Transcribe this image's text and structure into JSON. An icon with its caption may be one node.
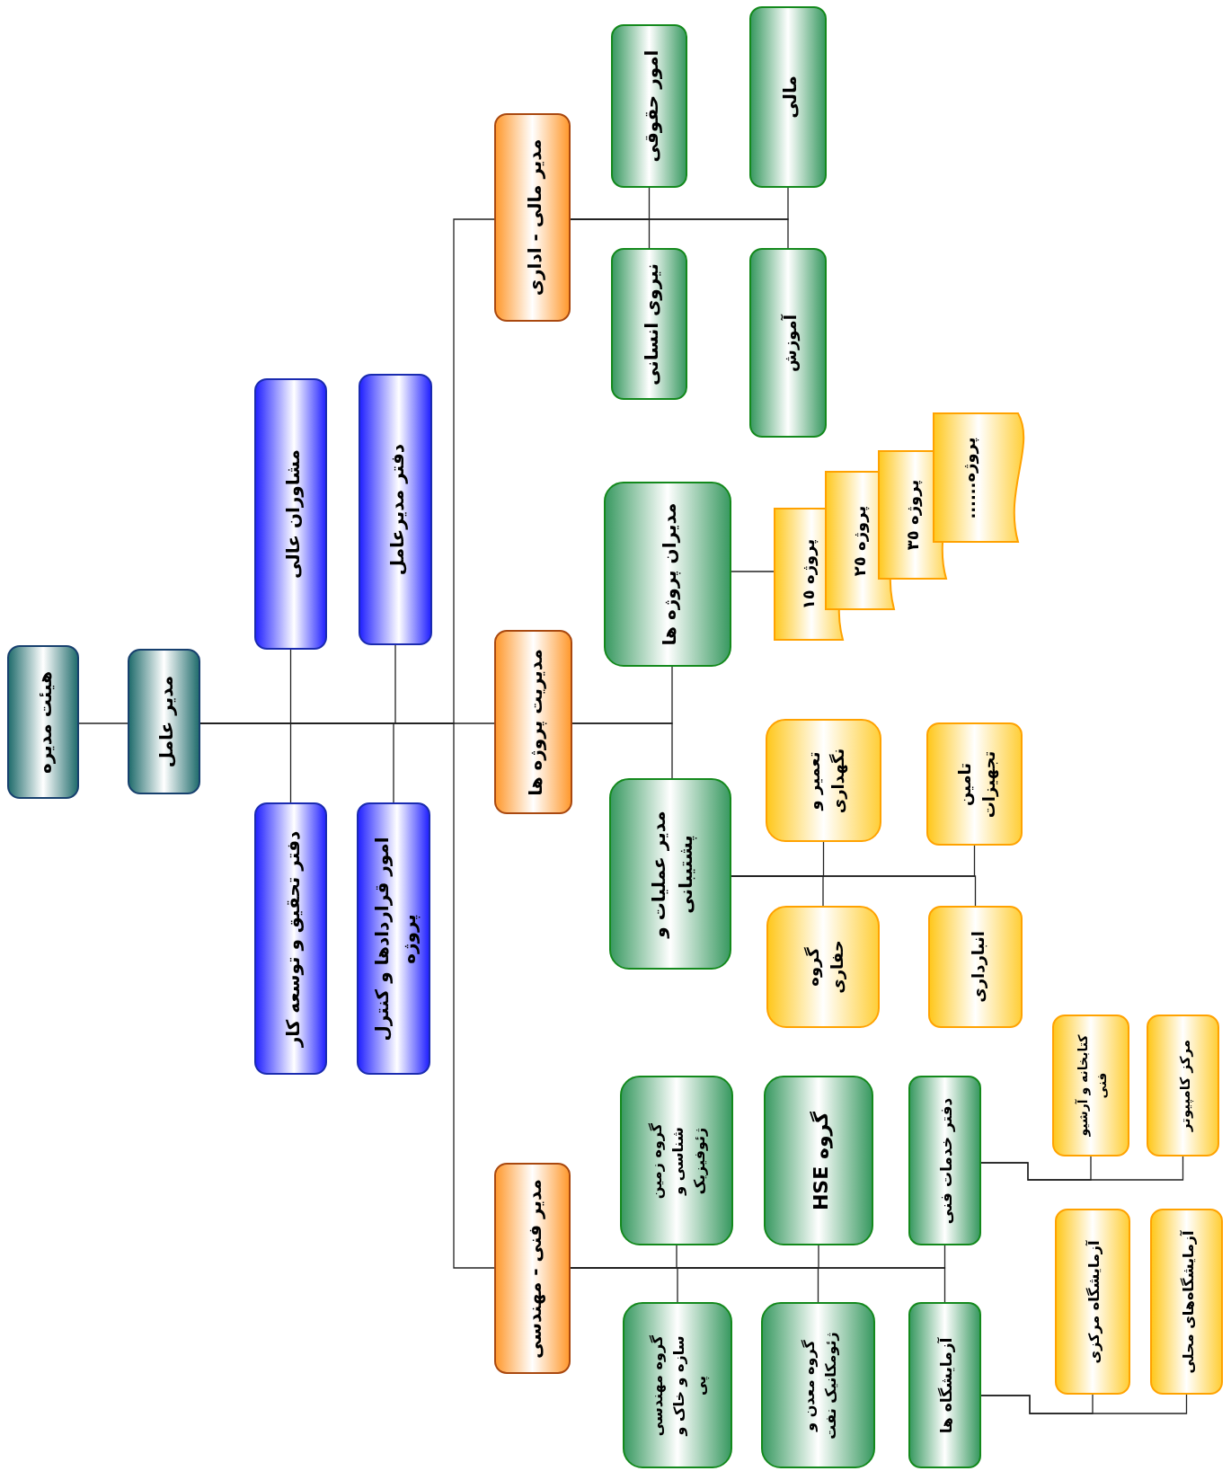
{
  "diagram": {
    "nodes": [
      {
        "text": [
          "هیئت مدیره"
        ]
      },
      {
        "text": [
          "مدیر عامل"
        ]
      },
      {
        "text": [
          "مشاوران عالی"
        ]
      },
      {
        "text": [
          "دفتر تحقیق و توسعه کار"
        ]
      },
      {
        "text": [
          "دفتر مدیرعامل"
        ]
      },
      {
        "text": [
          "امور قراردادها و کنترل پروژه"
        ]
      },
      {
        "text": [
          "مدیر مالی - اداری"
        ]
      },
      {
        "text": [
          "مدیریت پروژه ها"
        ]
      },
      {
        "text": [
          "مدیر فنی - مهندسی"
        ]
      },
      {
        "text": [
          "امور حقوقی"
        ]
      },
      {
        "text": [
          "نیروی انسانی"
        ]
      },
      {
        "text": [
          "مالی"
        ]
      },
      {
        "text": [
          "آموزش"
        ]
      },
      {
        "text": [
          "مدیران پروژه ها"
        ]
      },
      {
        "text": [
          "مدیر عملیات و پشتیبانی"
        ]
      },
      {
        "text": [
          "پروژه ۱٥"
        ]
      },
      {
        "text": [
          "پروژه ۲٥"
        ]
      },
      {
        "text": [
          "پروژه ۳٥"
        ]
      },
      {
        "text": [
          "پروژه......"
        ]
      },
      {
        "text": [
          "تعمیر و نگهداری"
        ]
      },
      {
        "text": [
          "تامین تجهیزات"
        ]
      },
      {
        "text": [
          "گروه حفاری"
        ]
      },
      {
        "text": [
          "انبارداری"
        ]
      },
      {
        "text": [
          "گروه زمین شناسی و ژئوفیزیک"
        ]
      },
      {
        "text": [
          "گروه HSE"
        ]
      },
      {
        "text": [
          "دفتر خدمات فنی"
        ]
      },
      {
        "text": [
          "گروه مهندسی سازه و خاک و پی"
        ]
      },
      {
        "text": [
          "گروه معدن و ژئومکانیک نفت"
        ]
      },
      {
        "text": [
          "آزمایشگاه ها"
        ]
      },
      {
        "text": [
          "کتابخانه و آرشیو فنی"
        ]
      },
      {
        "text": [
          "مرکز کامپیوتر"
        ]
      },
      {
        "text": [
          "آزمایشگاه مرکزی"
        ]
      },
      {
        "text": [
          "آزمایشگاه‌های محلی"
        ]
      }
    ],
    "edges": [
      {
        "from": 0,
        "to": 1,
        "arrow": "none"
      },
      {
        "from": 1,
        "to": 2,
        "arrow": "none"
      },
      {
        "from": 1,
        "to": 3,
        "arrow": "none"
      },
      {
        "from": 1,
        "to": 4,
        "arrow": "none"
      },
      {
        "from": 1,
        "to": 5,
        "arrow": "none"
      },
      {
        "from": 1,
        "to": 6,
        "arrow": "none"
      },
      {
        "from": 1,
        "to": 7,
        "arrow": "none"
      },
      {
        "from": 1,
        "to": 8,
        "arrow": "none"
      },
      {
        "from": 6,
        "to": 9,
        "arrow": "none"
      },
      {
        "from": 6,
        "to": 10,
        "arrow": "none"
      },
      {
        "from": 6,
        "to": 11,
        "arrow": "none"
      },
      {
        "from": 6,
        "to": 12,
        "arrow": "none"
      },
      {
        "from": 7,
        "to": 13,
        "arrow": "none"
      },
      {
        "from": 7,
        "to": 14,
        "arrow": "none"
      },
      {
        "from": 13,
        "to": 15,
        "arrow": "none"
      },
      {
        "from": 14,
        "to": 19,
        "arrow": "none"
      },
      {
        "from": 14,
        "to": 20,
        "arrow": "none"
      },
      {
        "from": 14,
        "to": 21,
        "arrow": "none"
      },
      {
        "from": 14,
        "to": 22,
        "arrow": "none"
      },
      {
        "from": 8,
        "to": 23,
        "arrow": "none"
      },
      {
        "from": 8,
        "to": 24,
        "arrow": "none"
      },
      {
        "from": 8,
        "to": 25,
        "arrow": "none"
      },
      {
        "from": 8,
        "to": 26,
        "arrow": "none"
      },
      {
        "from": 8,
        "to": 27,
        "arrow": "none"
      },
      {
        "from": 8,
        "to": 28,
        "arrow": "none"
      },
      {
        "from": 25,
        "to": 29,
        "arrow": "none"
      },
      {
        "from": 25,
        "to": 30,
        "arrow": "none"
      },
      {
        "from": 28,
        "to": 31,
        "arrow": "none"
      },
      {
        "from": 28,
        "to": 32,
        "arrow": "none"
      }
    ]
  }
}
